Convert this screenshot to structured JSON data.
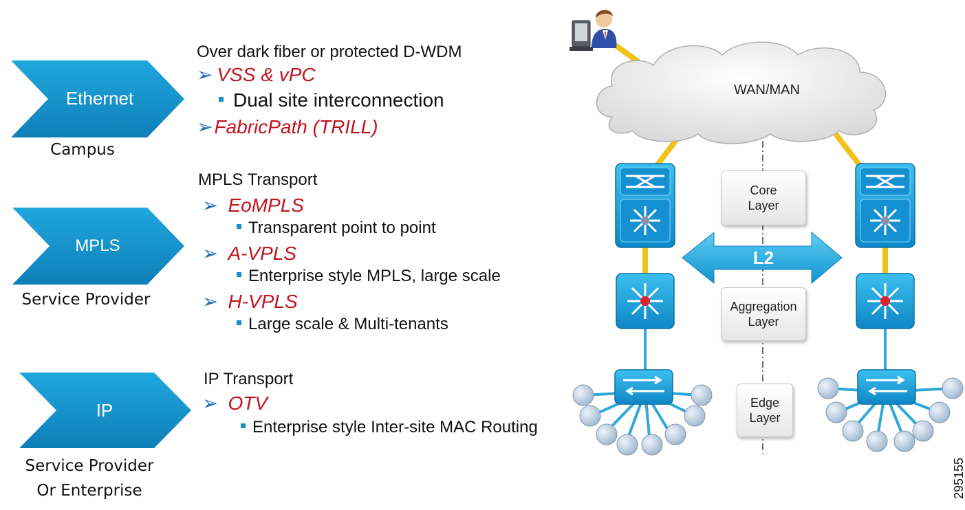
{
  "categories": [
    {
      "label": "Ethernet",
      "caption_lines": [
        "Campus"
      ]
    },
    {
      "label": "MPLS",
      "caption_lines": [
        "Service Provider"
      ]
    },
    {
      "label": "IP",
      "caption_lines": [
        "Service Provider",
        "Or Enterprise"
      ]
    }
  ],
  "sections": {
    "ethernet": {
      "heading": "Over dark fiber or protected D-WDM",
      "items": [
        {
          "name": "VSS & vPC",
          "bullets": [
            "Dual site interconnection"
          ]
        },
        {
          "name": "FabricPath (TRILL)",
          "bullets": []
        }
      ]
    },
    "mpls": {
      "heading": "MPLS Transport",
      "items": [
        {
          "name": "EoMPLS",
          "bullets": [
            "Transparent point to point"
          ]
        },
        {
          "name": "A-VPLS",
          "bullets": [
            "Enterprise style MPLS, large scale"
          ]
        },
        {
          "name": "H-VPLS",
          "bullets": [
            "Large scale & Multi-tenants"
          ]
        }
      ]
    },
    "ip": {
      "heading": "IP Transport",
      "items": [
        {
          "name": "OTV",
          "bullets": [
            "Enterprise style Inter-site MAC Routing"
          ]
        }
      ]
    }
  },
  "diagram": {
    "cloud_label": "WAN/MAN",
    "l2_label": "L2",
    "layers": [
      {
        "lines": [
          "Core",
          "Layer"
        ]
      },
      {
        "lines": [
          "Aggregation",
          "Layer"
        ]
      },
      {
        "lines": [
          "Edge",
          "Layer"
        ]
      }
    ],
    "colors": {
      "device": "#1a9ad6",
      "link": "#f2c21b",
      "access_link": "#2ea8d8",
      "host": "#b8cde0",
      "tech_name": "#c0141c",
      "arrow": "#1a6fb4"
    }
  },
  "figure_id": "295155"
}
